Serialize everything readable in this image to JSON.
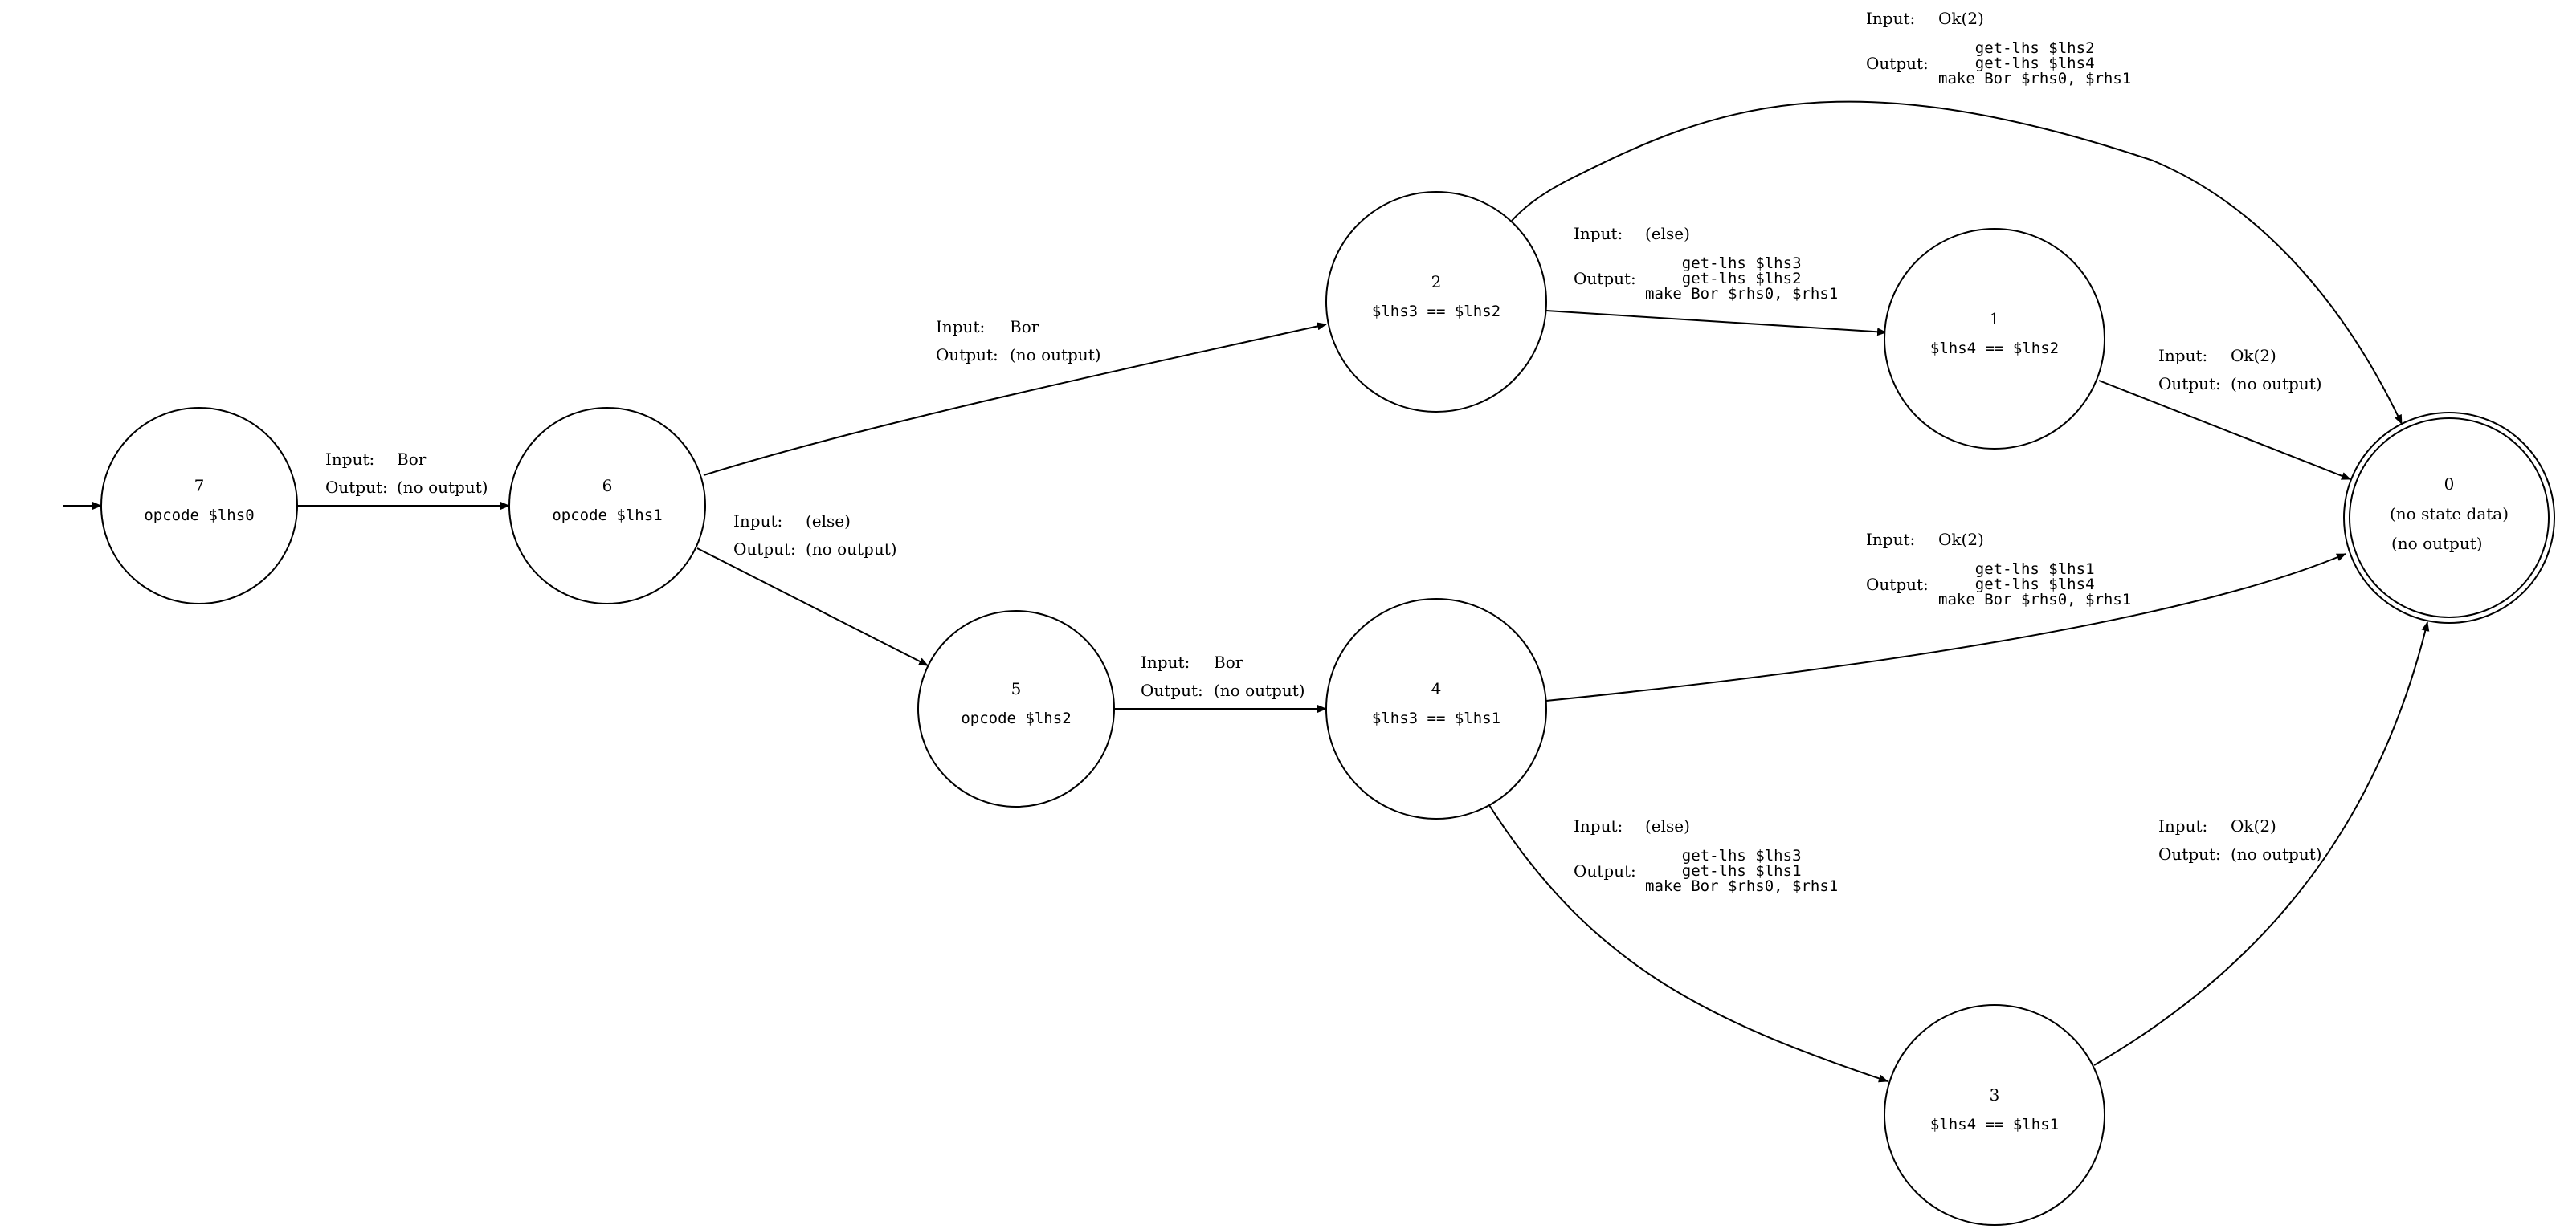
{
  "labels": {
    "input": "Input:",
    "output": "Output:"
  },
  "nodes": [
    {
      "id": "7",
      "lines": [
        {
          "text": "opcode $lhs0",
          "mono": true
        }
      ]
    },
    {
      "id": "6",
      "lines": [
        {
          "text": "opcode $lhs1",
          "mono": true
        }
      ]
    },
    {
      "id": "5",
      "lines": [
        {
          "text": "opcode $lhs2",
          "mono": true
        }
      ]
    },
    {
      "id": "4",
      "lines": [
        {
          "text": "$lhs3 == $lhs1",
          "mono": true
        }
      ]
    },
    {
      "id": "2",
      "lines": [
        {
          "text": "$lhs3 == $lhs2",
          "mono": true
        }
      ]
    },
    {
      "id": "1",
      "lines": [
        {
          "text": "$lhs4 == $lhs2",
          "mono": true
        }
      ]
    },
    {
      "id": "3",
      "lines": [
        {
          "text": "$lhs4 == $lhs1",
          "mono": true
        }
      ]
    },
    {
      "id": "0",
      "lines": [
        {
          "text": "(no state data)",
          "mono": false
        },
        {
          "text": "(no output)",
          "mono": false
        }
      ],
      "final": true
    }
  ],
  "edges": [
    {
      "id": "start-7",
      "from": "start",
      "to": "7",
      "input": "",
      "output": []
    },
    {
      "id": "7-6",
      "from": "7",
      "to": "6",
      "input": "Bor",
      "output": [
        "(no output)"
      ]
    },
    {
      "id": "6-2",
      "from": "6",
      "to": "2",
      "input": "Bor",
      "output": [
        "(no output)"
      ]
    },
    {
      "id": "6-5",
      "from": "6",
      "to": "5",
      "input": "(else)",
      "output": [
        "(no output)"
      ]
    },
    {
      "id": "5-4",
      "from": "5",
      "to": "4",
      "input": "Bor",
      "output": [
        "(no output)"
      ]
    },
    {
      "id": "2-0",
      "from": "2",
      "to": "0",
      "input": "Ok(2)",
      "output": [
        "get-lhs $lhs2",
        "get-lhs $lhs4",
        "make Bor $rhs0, $rhs1"
      ]
    },
    {
      "id": "2-1",
      "from": "2",
      "to": "1",
      "input": "(else)",
      "output": [
        "get-lhs $lhs3",
        "get-lhs $lhs2",
        "make Bor $rhs0, $rhs1"
      ]
    },
    {
      "id": "1-0",
      "from": "1",
      "to": "0",
      "input": "Ok(2)",
      "output": [
        "(no output)"
      ]
    },
    {
      "id": "4-0",
      "from": "4",
      "to": "0",
      "input": "Ok(2)",
      "output": [
        "get-lhs $lhs1",
        "get-lhs $lhs4",
        "make Bor $rhs0, $rhs1"
      ]
    },
    {
      "id": "4-3",
      "from": "4",
      "to": "3",
      "input": "(else)",
      "output": [
        "get-lhs $lhs3",
        "get-lhs $lhs1",
        "make Bor $rhs0, $rhs1"
      ]
    },
    {
      "id": "3-0",
      "from": "3",
      "to": "0",
      "input": "Ok(2)",
      "output": [
        "(no output)"
      ]
    }
  ]
}
